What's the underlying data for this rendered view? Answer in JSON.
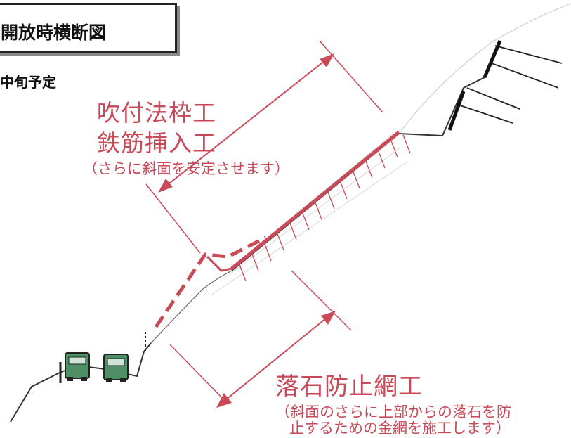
{
  "title": "開放時横断図",
  "schedule": "中旬予定",
  "upper_work": {
    "line1": "吹付法枠工",
    "line2": "鉄筋挿入工",
    "note": "（さらに斜面を安定させます）"
  },
  "lower_work": {
    "name": "落石防止網工",
    "note_line1": "（斜面のさらに上部からの落石を防",
    "note_line2": "止するための金網を施工します）"
  },
  "colors": {
    "accent_red": "#c84a58",
    "line_dark": "#333333"
  }
}
